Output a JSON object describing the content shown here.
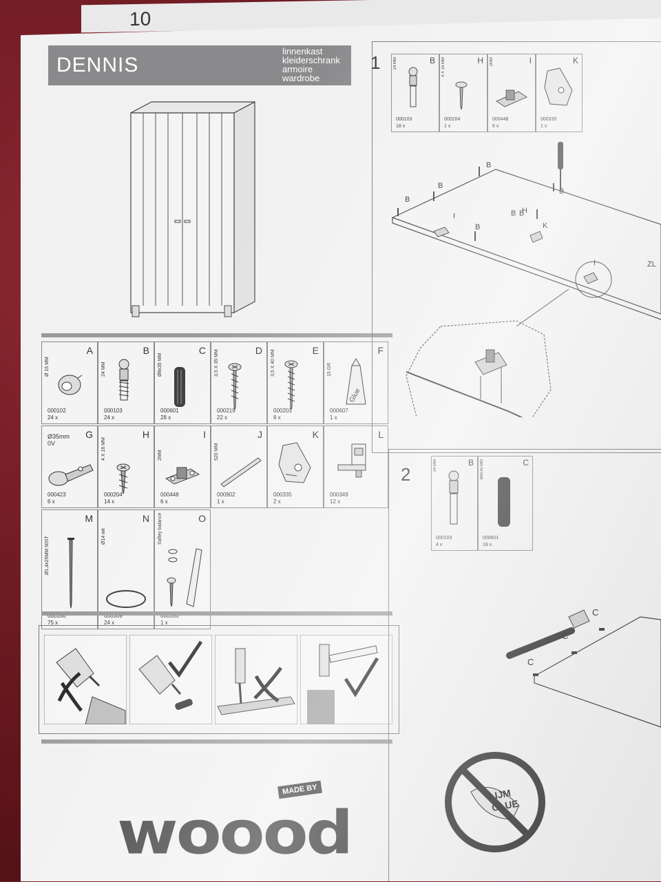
{
  "page_number": "10",
  "product": {
    "name": "DENNIS",
    "translations": [
      "linnenkast",
      "kleiderschrank",
      "armoire",
      "wardrobe"
    ]
  },
  "parts": [
    {
      "letter": "A",
      "dim": "Ø 15 MM",
      "code": "000102",
      "qty": "24 x"
    },
    {
      "letter": "B",
      "dim": "24 MM",
      "code": "000103",
      "qty": "24 x"
    },
    {
      "letter": "C",
      "dim": "Ø8x35 MM",
      "code": "000601",
      "qty": "28 x"
    },
    {
      "letter": "D",
      "dim": "3,5 X 35 MM",
      "code": "000219",
      "qty": "22 x"
    },
    {
      "letter": "E",
      "dim": "3,5 X 40 MM",
      "code": "000203",
      "qty": "8 x"
    },
    {
      "letter": "F",
      "dim": "15 GR",
      "code": "000607",
      "qty": "1 x",
      "glue_label": "Glue"
    },
    {
      "letter": "G",
      "header": [
        "Ø35mm",
        "0V"
      ],
      "code": "000423",
      "qty": "6 x"
    },
    {
      "letter": "H",
      "dim": "4 X 16 MM",
      "code": "000204",
      "qty": "14 x"
    },
    {
      "letter": "I",
      "dim": "2MM",
      "code": "000448",
      "qty": "6 x"
    },
    {
      "letter": "J",
      "dim": "520 MM",
      "code": "000902",
      "qty": "1 x"
    },
    {
      "letter": "K",
      "code": "000335",
      "qty": "2 x"
    },
    {
      "letter": "L",
      "code": "000349",
      "qty": "12 x"
    },
    {
      "letter": "M",
      "dim": "Ø1,4x25MM 50ST",
      "code": "000350",
      "qty": "75 x"
    },
    {
      "letter": "N",
      "dim": "Ø14 wit",
      "code": "000369",
      "qty": "24 x"
    },
    {
      "letter": "O",
      "dim": "Saftey balance",
      "code": "000356",
      "qty": "1 x"
    }
  ],
  "step1": {
    "number": "1",
    "parts": [
      {
        "letter": "B",
        "dim": "24 MM",
        "code": "000103",
        "qty": "18 x"
      },
      {
        "letter": "H",
        "dim": "4 X 16 MM",
        "code": "000204",
        "qty": "1 x"
      },
      {
        "letter": "I",
        "dim": "2MM",
        "code": "000448",
        "qty": "6 x"
      },
      {
        "letter": "K",
        "code": "000335",
        "qty": "1 x"
      }
    ],
    "callouts": [
      "B",
      "B",
      "B",
      "B",
      "B",
      "B",
      "I",
      "B",
      "H",
      "K",
      "I"
    ],
    "edge_label": "ZL"
  },
  "step2": {
    "number": "2",
    "parts": [
      {
        "letter": "B",
        "dim": "24 MM",
        "code": "000103",
        "qty": "4 x"
      },
      {
        "letter": "C",
        "dim": "Ø8x35 MM",
        "code": "000601",
        "qty": "18 x"
      }
    ],
    "callouts": [
      "C",
      "C",
      "C"
    ]
  },
  "brand": {
    "made_by": "MADE BY",
    "name": "woood"
  },
  "no_glue": {
    "line1": "LIJM",
    "line2": "GLUE"
  }
}
